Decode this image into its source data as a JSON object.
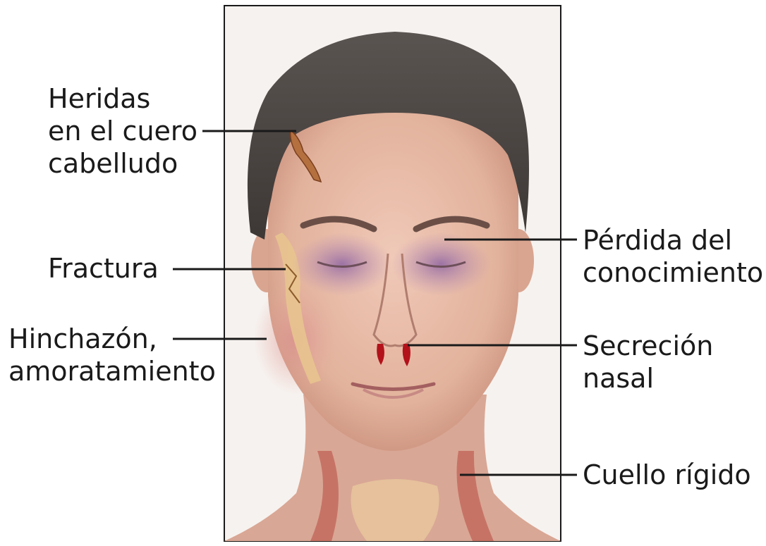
{
  "labels": {
    "scalp_wounds": [
      "Heridas",
      "en el cuero",
      "cabelludo"
    ],
    "fracture": [
      "Fractura"
    ],
    "swelling": [
      "Hinchazón,",
      "amoratamiento"
    ],
    "loss_consciousness": [
      "Pérdida del",
      "conocimiento"
    ],
    "nasal_discharge": [
      "Secreción",
      "nasal"
    ],
    "stiff_neck": [
      "Cuello rígido"
    ]
  },
  "colors": {
    "frame": "#1a1a1a",
    "leader": "#1a1a1a",
    "hair": "#4a4442",
    "skin": "#e2b7a3",
    "bruise": "#9a6fa6",
    "blood": "#b3121b",
    "wound": "#b5703f"
  },
  "illustration": {
    "icon": "head-injury-illustration"
  }
}
